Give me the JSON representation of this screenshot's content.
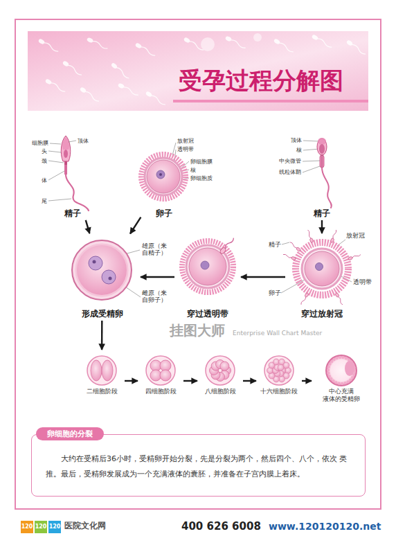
{
  "diagram": {
    "title": "受孕过程分解图",
    "nodes": [
      {
        "text": [
          "精子"
        ]
      },
      {
        "text": [
          "卵子"
        ]
      },
      {
        "text": [
          "精子"
        ]
      },
      {
        "text": [
          "形成受精卵"
        ]
      },
      {
        "text": [
          "穿过透明带"
        ]
      },
      {
        "text": [
          "穿过放射冠"
        ]
      },
      {
        "text": [
          "二细胞阶段"
        ]
      },
      {
        "text": [
          "四细胞阶段"
        ]
      },
      {
        "text": [
          "八细胞阶段"
        ]
      },
      {
        "text": [
          "十六细胞阶段"
        ]
      },
      {
        "text": [
          "中心充满 液体的受精卵"
        ]
      },
      {
        "text": [
          "卵细胞的分裂",
          "大约在受精后36小时，受精卵开始分裂，先是分裂为两个，然后四个、八个，依次 类推。最后，受精卵发展成为一个充满液体的囊胚，并准备在子宫内膜上着床。"
        ]
      }
    ],
    "edges": [
      {
        "from": 0,
        "to": 3,
        "arrow": "to"
      },
      {
        "from": 1,
        "to": 3,
        "arrow": "to"
      },
      {
        "from": 2,
        "to": 5,
        "arrow": "to"
      },
      {
        "from": 5,
        "to": 4,
        "arrow": "to"
      },
      {
        "from": 4,
        "to": 3,
        "arrow": "to"
      },
      {
        "from": 3,
        "to": 6,
        "arrow": "to"
      },
      {
        "from": 6,
        "to": 7,
        "arrow": "to"
      },
      {
        "from": 7,
        "to": 8,
        "arrow": "to"
      },
      {
        "from": 8,
        "to": 9,
        "arrow": "to"
      },
      {
        "from": 9,
        "to": 10,
        "arrow": "to"
      }
    ],
    "labels": [
      "细胞膜",
      "头",
      "颈",
      "体",
      "尾",
      "顶体",
      "放射冠",
      "透明带",
      "卵细胞膜",
      "核",
      "卵细胞质",
      "顶体",
      "核",
      "中央微管",
      "线粒体鞘",
      "精子",
      "放射冠",
      "透明带",
      "卵子",
      "雄原（来 自精子）",
      "雌原（来 自卵子）",
      "挂图大师",
      "Enterprise Wall Chart Master",
      "120",
      "120",
      "120",
      "医院文化网",
      "400 626 6008",
      "www.120120120.net"
    ]
  }
}
